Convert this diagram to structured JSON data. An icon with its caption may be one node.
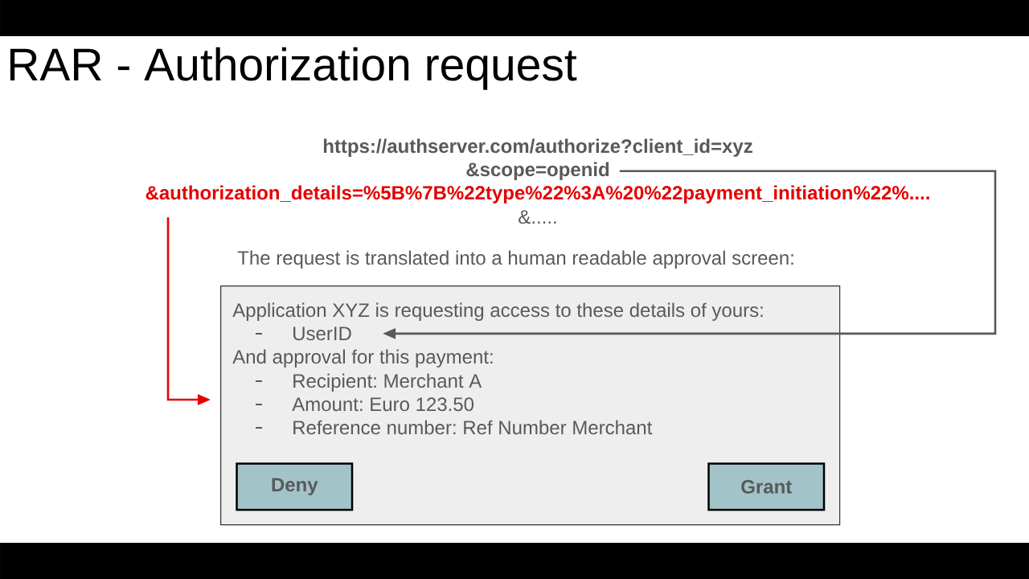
{
  "diagram": {
    "title": "RAR - Authorization request",
    "nodes": [
      {
        "text": [
          "&scope=openid"
        ]
      },
      {
        "text": [
          "&authorization_details=%5B%7B%22type%22%3A%20%22payment_initiation%22%...."
        ]
      },
      {
        "text": [
          "Application XYZ is requesting access to these details of yours:",
          "And approval for this payment:",
          "Recipient: Merchant A",
          "Amount: Euro 123.50",
          "Reference number: Ref Number Merchant"
        ]
      },
      {
        "text": [
          "UserID"
        ],
        "in": 2
      },
      {
        "text": [
          "Deny"
        ],
        "in": 2
      },
      {
        "text": [
          "Grant"
        ],
        "in": 2
      }
    ],
    "edges": [
      {
        "from": 0,
        "to": 3,
        "arrow": "to"
      },
      {
        "from": 1,
        "to": 2,
        "arrow": "to",
        "color": "#e60000"
      }
    ],
    "labels": [
      "https://authserver.com/authorize?client_id=xyz",
      "&.....",
      "The request is translated into a human readable approval screen:"
    ]
  }
}
